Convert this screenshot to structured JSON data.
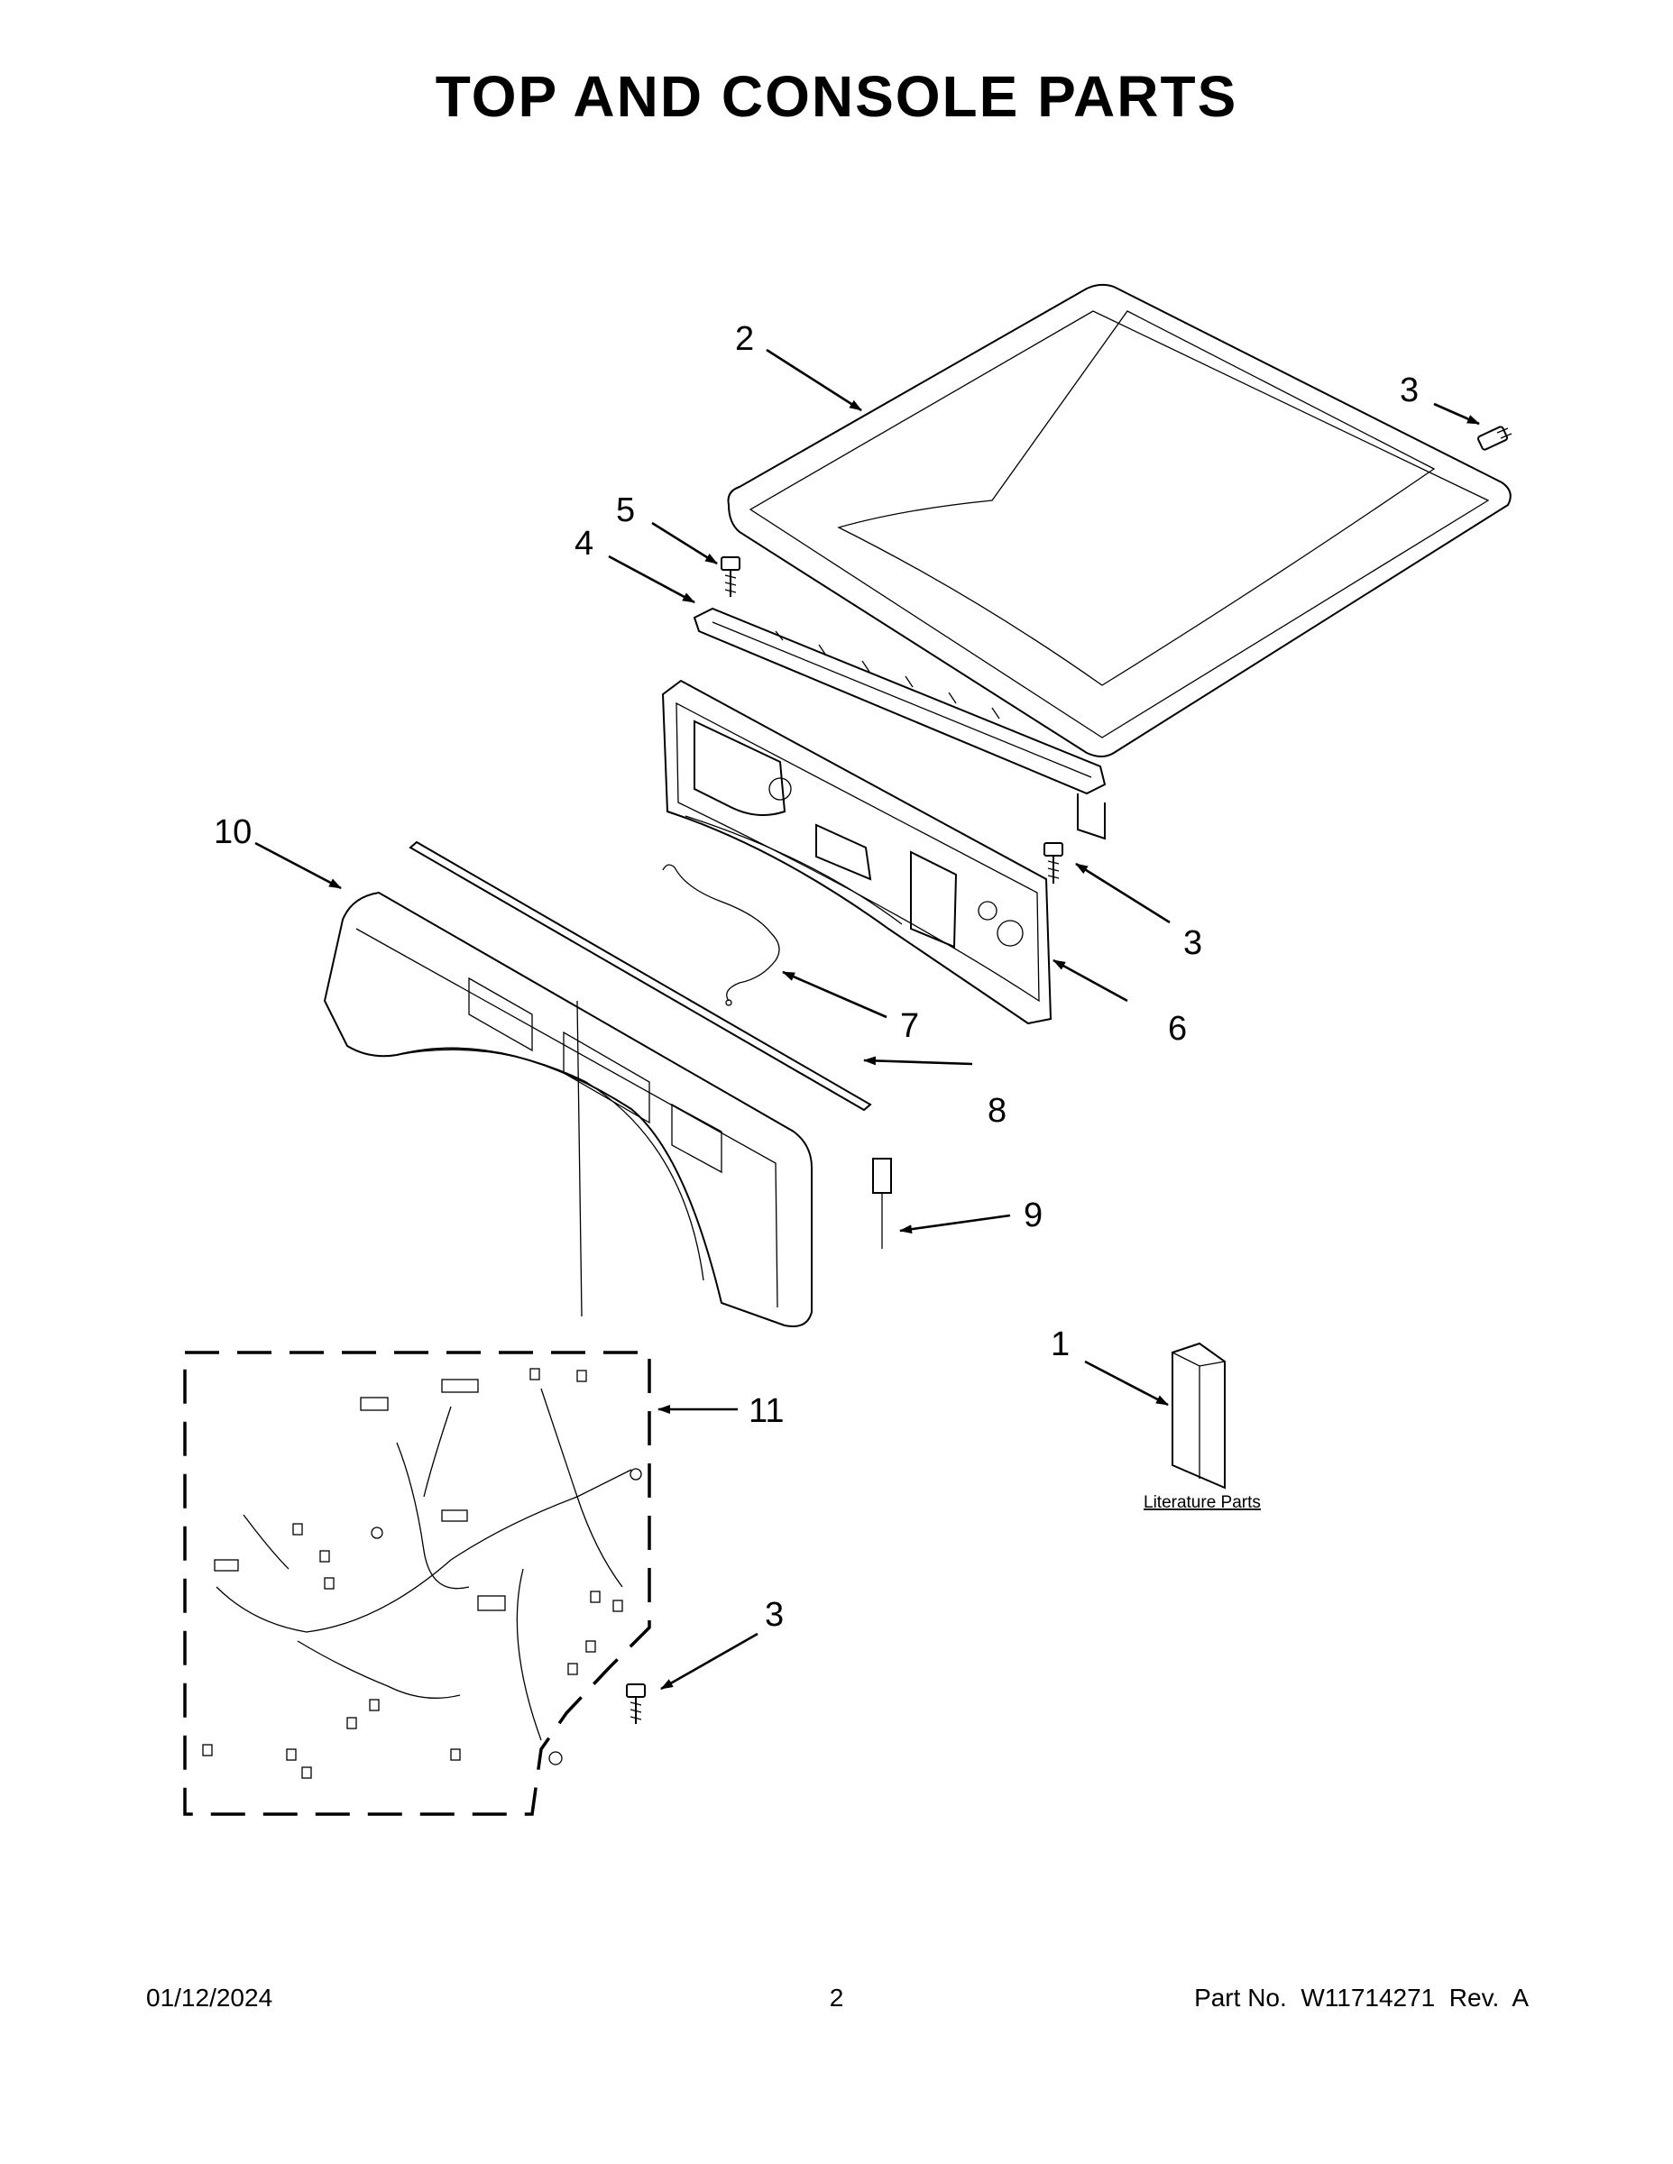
{
  "title": "TOP AND CONSOLE PARTS",
  "callouts": {
    "c1": "1",
    "c2": "2",
    "c3a": "3",
    "c3b": "3",
    "c3c": "3",
    "c4": "4",
    "c5": "5",
    "c6": "6",
    "c7": "7",
    "c8": "8",
    "c9": "9",
    "c10": "10",
    "c11": "11"
  },
  "literature_label": "Literature Parts",
  "footer": {
    "date": "01/12/2024",
    "page": "2",
    "part": "Part No.  W11714271  Rev.  A"
  }
}
